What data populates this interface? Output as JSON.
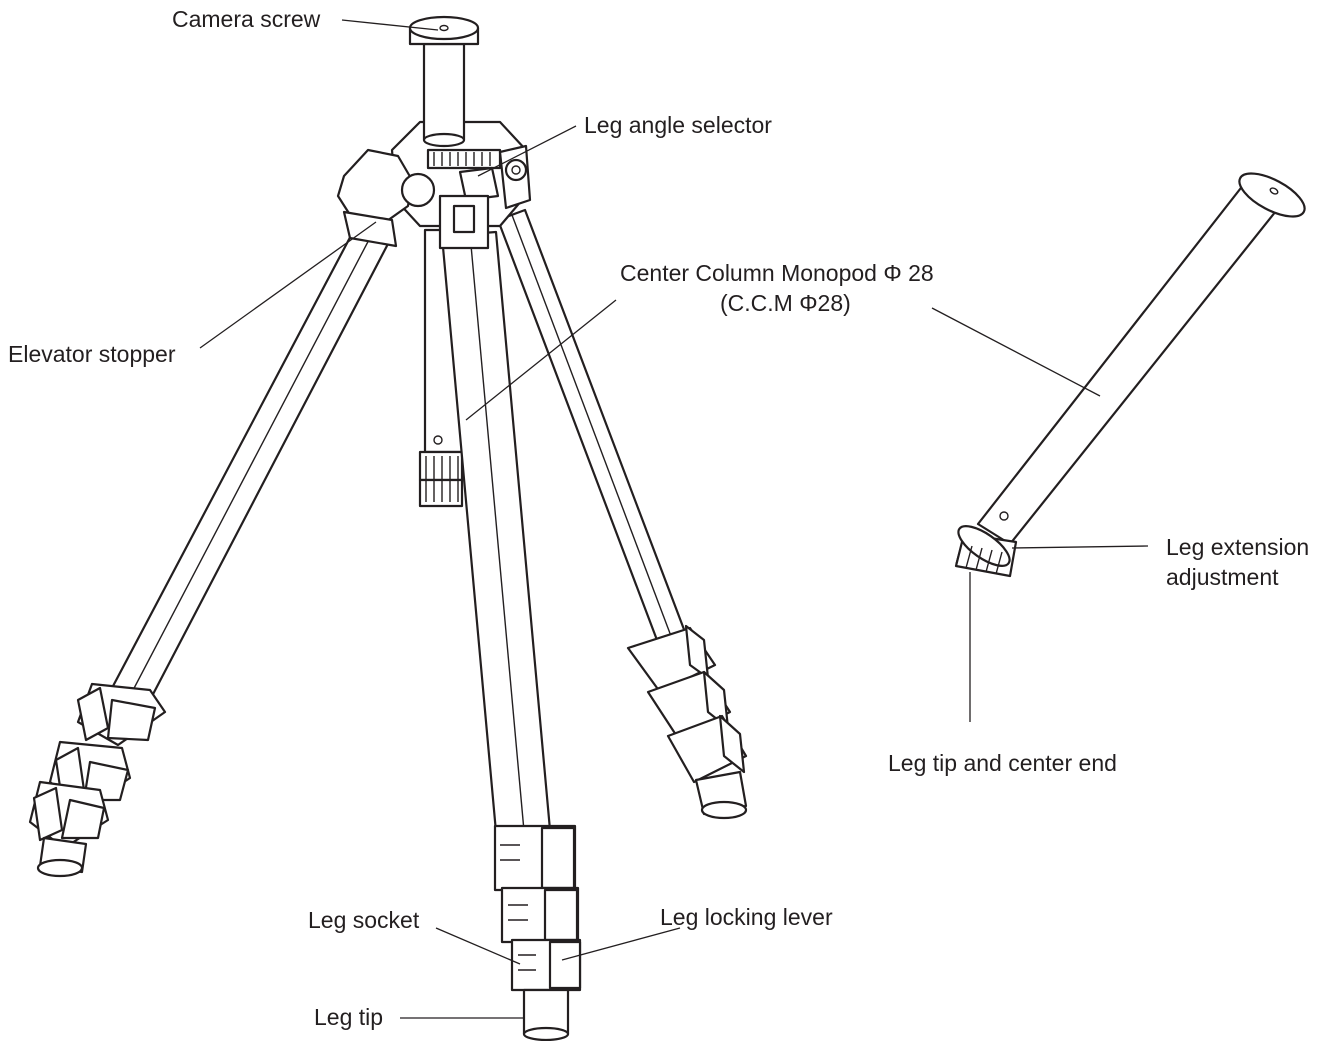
{
  "labels": {
    "camera_screw": "Camera screw",
    "leg_angle_selector": "Leg angle selector",
    "elevator_stopper": "Elevator stopper",
    "ccm_line1": "Center Column Monopod Φ 28",
    "ccm_line2": "(C.C.M  Φ28)",
    "leg_extension_line1": "Leg extension",
    "leg_extension_line2": "adjustment",
    "leg_tip_center_end": "Leg tip and center end",
    "leg_socket": "Leg socket",
    "leg_locking_lever": "Leg locking lever",
    "leg_tip": "Leg tip"
  },
  "colors": {
    "ink": "#231f20",
    "background": "#ffffff"
  }
}
